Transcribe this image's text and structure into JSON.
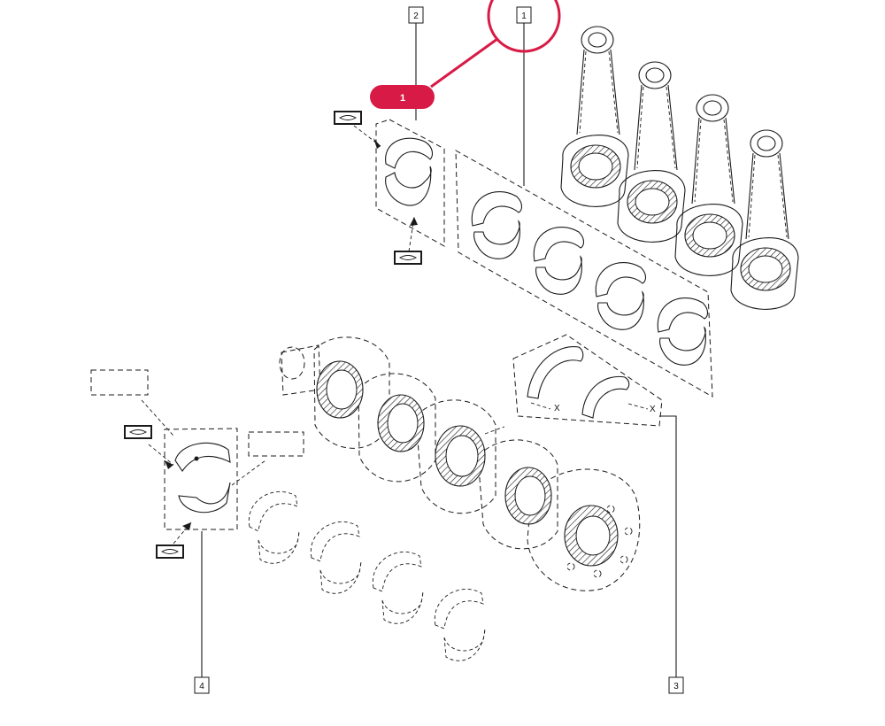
{
  "callouts": [
    {
      "label": "2"
    },
    {
      "label": "1"
    },
    {
      "label": "4"
    },
    {
      "label": "3"
    }
  ],
  "highlight": {
    "badge": "1",
    "color": "#d81b46"
  },
  "thrust_markers": [
    {
      "label": "X"
    },
    {
      "label": "X"
    }
  ],
  "icons": {
    "lube_symbol": "lubricate-symbol-icon",
    "blank_label": "blank-label-icon"
  }
}
